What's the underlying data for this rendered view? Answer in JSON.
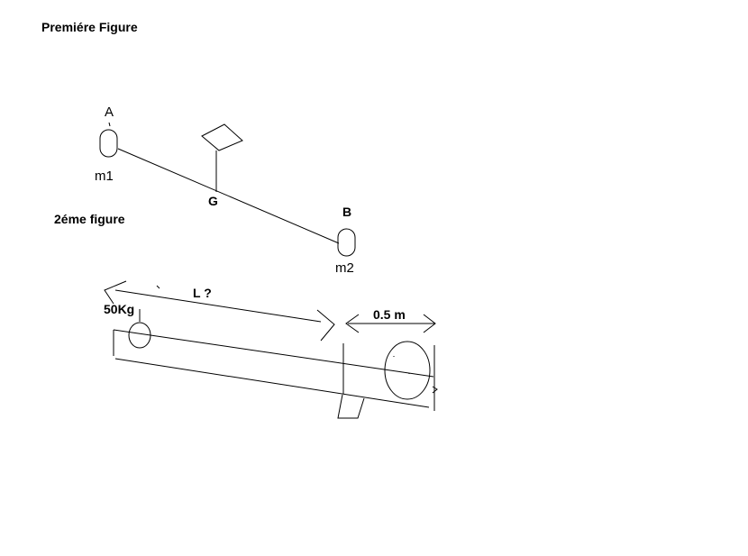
{
  "figure1": {
    "title": "Premiére Figure",
    "point_a": "A",
    "point_b": "B",
    "point_g": "G",
    "mass_1": "m1",
    "mass_2": "m2"
  },
  "figure2": {
    "title": "2éme figure",
    "mass_label": "50Kg",
    "length_label": "L ?",
    "distance_label": "0.5 m"
  }
}
